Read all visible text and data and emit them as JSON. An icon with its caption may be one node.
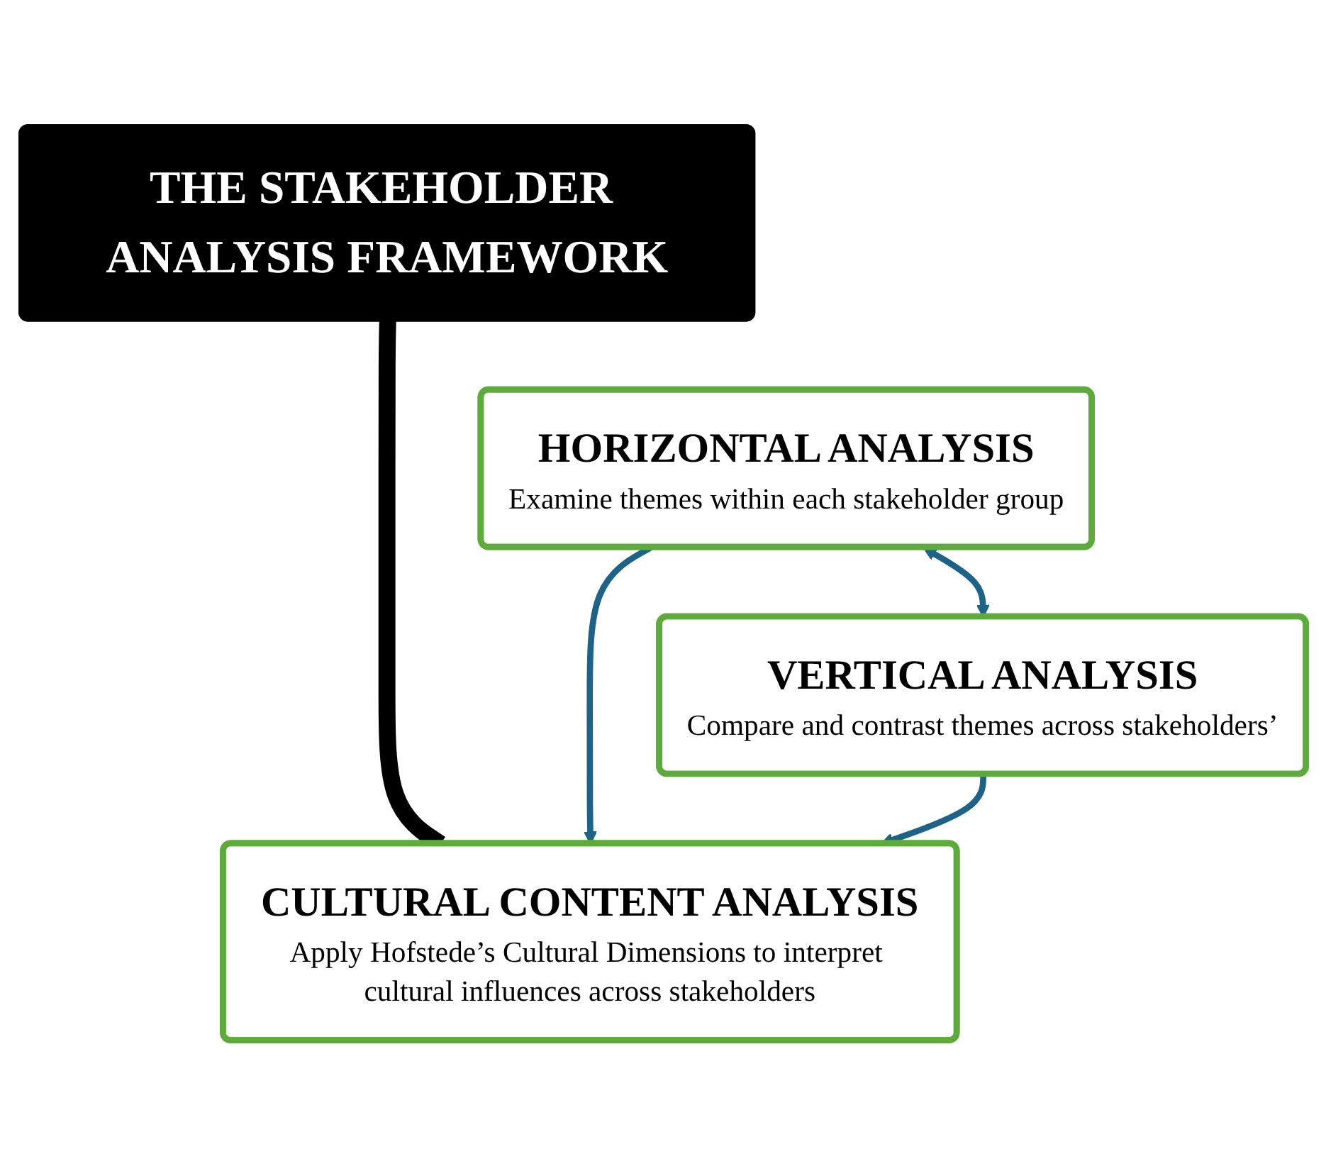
{
  "diagram": {
    "nodes": [
      {
        "text": [
          "THE STAKEHOLDER ANALYSIS FRAMEWORK"
        ]
      },
      {
        "text": [
          "HORIZONTAL ANALYSIS",
          "Examine themes within each stakeholder group"
        ]
      },
      {
        "text": [
          "VERTICAL ANALYSIS",
          "Compare and contrast themes across stakeholders’"
        ]
      },
      {
        "text": [
          "CULTURAL CONTENT ANALYSIS",
          "Apply Hofstede’s Cultural Dimensions to interpret cultural influences across stakeholders"
        ]
      }
    ],
    "edges": [
      {
        "from": 0,
        "to": 3,
        "arrow": "none",
        "style": "thick",
        "color": "#000000"
      },
      {
        "from": 1,
        "to": 2,
        "arrow": "both"
      },
      {
        "from": 1,
        "to": 3,
        "arrow": "to"
      },
      {
        "from": 2,
        "to": 3,
        "arrow": "to"
      }
    ]
  }
}
